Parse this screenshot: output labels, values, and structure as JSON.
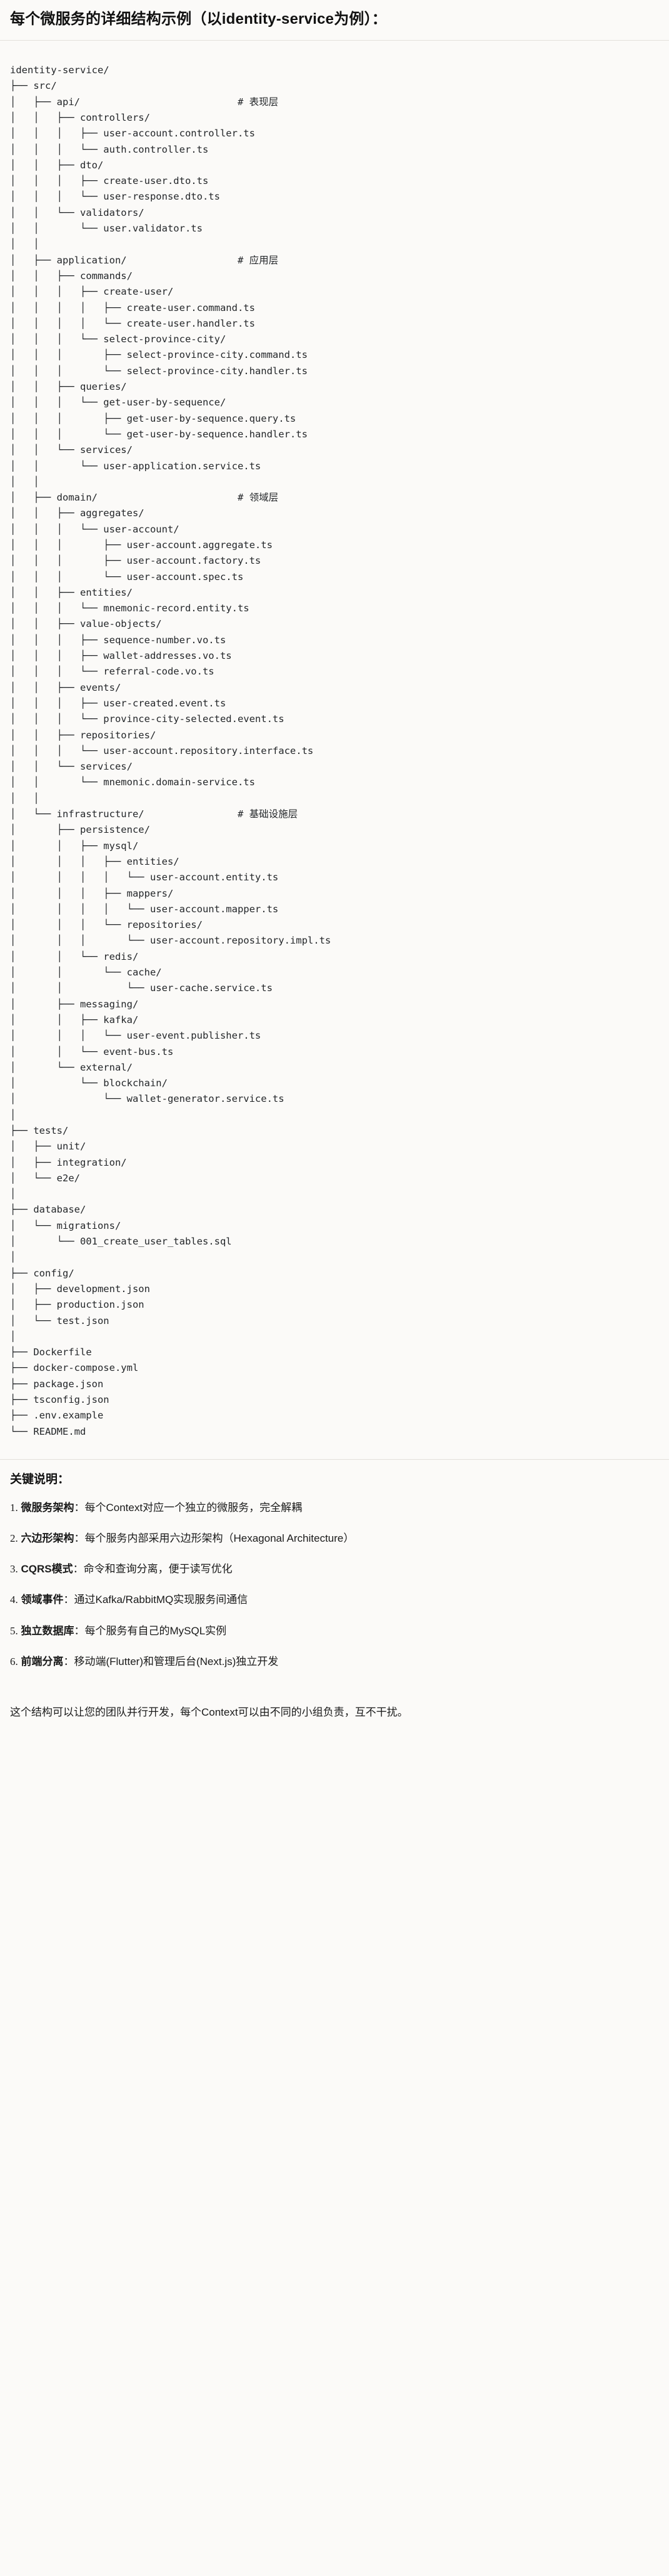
{
  "document": {
    "title": "每个微服务的详细结构示例（以identity-service为例）：",
    "tree": [
      "identity-service/",
      "├── src/",
      "│   ├── api/                           # 表现层",
      "│   │   ├── controllers/",
      "│   │   │   ├── user-account.controller.ts",
      "│   │   │   └── auth.controller.ts",
      "│   │   ├── dto/",
      "│   │   │   ├── create-user.dto.ts",
      "│   │   │   └── user-response.dto.ts",
      "│   │   └── validators/",
      "│   │       └── user.validator.ts",
      "│   │",
      "│   ├── application/                   # 应用层",
      "│   │   ├── commands/",
      "│   │   │   ├── create-user/",
      "│   │   │   │   ├── create-user.command.ts",
      "│   │   │   │   └── create-user.handler.ts",
      "│   │   │   └── select-province-city/",
      "│   │   │       ├── select-province-city.command.ts",
      "│   │   │       └── select-province-city.handler.ts",
      "│   │   ├── queries/",
      "│   │   │   └── get-user-by-sequence/",
      "│   │   │       ├── get-user-by-sequence.query.ts",
      "│   │   │       └── get-user-by-sequence.handler.ts",
      "│   │   └── services/",
      "│   │       └── user-application.service.ts",
      "│   │",
      "│   ├── domain/                        # 领域层",
      "│   │   ├── aggregates/",
      "│   │   │   └── user-account/",
      "│   │   │       ├── user-account.aggregate.ts",
      "│   │   │       ├── user-account.factory.ts",
      "│   │   │       └── user-account.spec.ts",
      "│   │   ├── entities/",
      "│   │   │   └── mnemonic-record.entity.ts",
      "│   │   ├── value-objects/",
      "│   │   │   ├── sequence-number.vo.ts",
      "│   │   │   ├── wallet-addresses.vo.ts",
      "│   │   │   └── referral-code.vo.ts",
      "│   │   ├── events/",
      "│   │   │   ├── user-created.event.ts",
      "│   │   │   └── province-city-selected.event.ts",
      "│   │   ├── repositories/",
      "│   │   │   └── user-account.repository.interface.ts",
      "│   │   └── services/",
      "│   │       └── mnemonic.domain-service.ts",
      "│   │",
      "│   └── infrastructure/                # 基础设施层",
      "│       ├── persistence/",
      "│       │   ├── mysql/",
      "│       │   │   ├── entities/",
      "│       │   │   │   └── user-account.entity.ts",
      "│       │   │   ├── mappers/",
      "│       │   │   │   └── user-account.mapper.ts",
      "│       │   │   └── repositories/",
      "│       │   │       └── user-account.repository.impl.ts",
      "│       │   └── redis/",
      "│       │       └── cache/",
      "│       │           └── user-cache.service.ts",
      "│       ├── messaging/",
      "│       │   ├── kafka/",
      "│       │   │   └── user-event.publisher.ts",
      "│       │   └── event-bus.ts",
      "│       └── external/",
      "│           └── blockchain/",
      "│               └── wallet-generator.service.ts",
      "│",
      "├── tests/",
      "│   ├── unit/",
      "│   ├── integration/",
      "│   └── e2e/",
      "│",
      "├── database/",
      "│   └── migrations/",
      "│       └── 001_create_user_tables.sql",
      "│",
      "├── config/",
      "│   ├── development.json",
      "│   ├── production.json",
      "│   └── test.json",
      "│",
      "├── Dockerfile",
      "├── docker-compose.yml",
      "├── package.json",
      "├── tsconfig.json",
      "├── .env.example",
      "└── README.md"
    ],
    "notes_title": "关键说明：",
    "notes": [
      {
        "index": "1.",
        "term": "微服务架构",
        "sep": "：",
        "desc": "每个Context对应一个独立的微服务，完全解耦"
      },
      {
        "index": "2.",
        "term": "六边形架构",
        "sep": "：",
        "desc": "每个服务内部采用六边形架构（Hexagonal Architecture）"
      },
      {
        "index": "3.",
        "term": "CQRS模式",
        "sep": "：",
        "desc": "命令和查询分离，便于读写优化"
      },
      {
        "index": "4.",
        "term": "领域事件",
        "sep": "：",
        "desc": "通过Kafka/RabbitMQ实现服务间通信"
      },
      {
        "index": "5.",
        "term": "独立数据库",
        "sep": "：",
        "desc": "每个服务有自己的MySQL实例"
      },
      {
        "index": "6.",
        "term": "前端分离",
        "sep": "：",
        "desc": "移动端(Flutter)和管理后台(Next.js)独立开发"
      }
    ],
    "closing": "这个结构可以让您的团队并行开发，每个Context可以由不同的小组负责，互不干扰。"
  }
}
